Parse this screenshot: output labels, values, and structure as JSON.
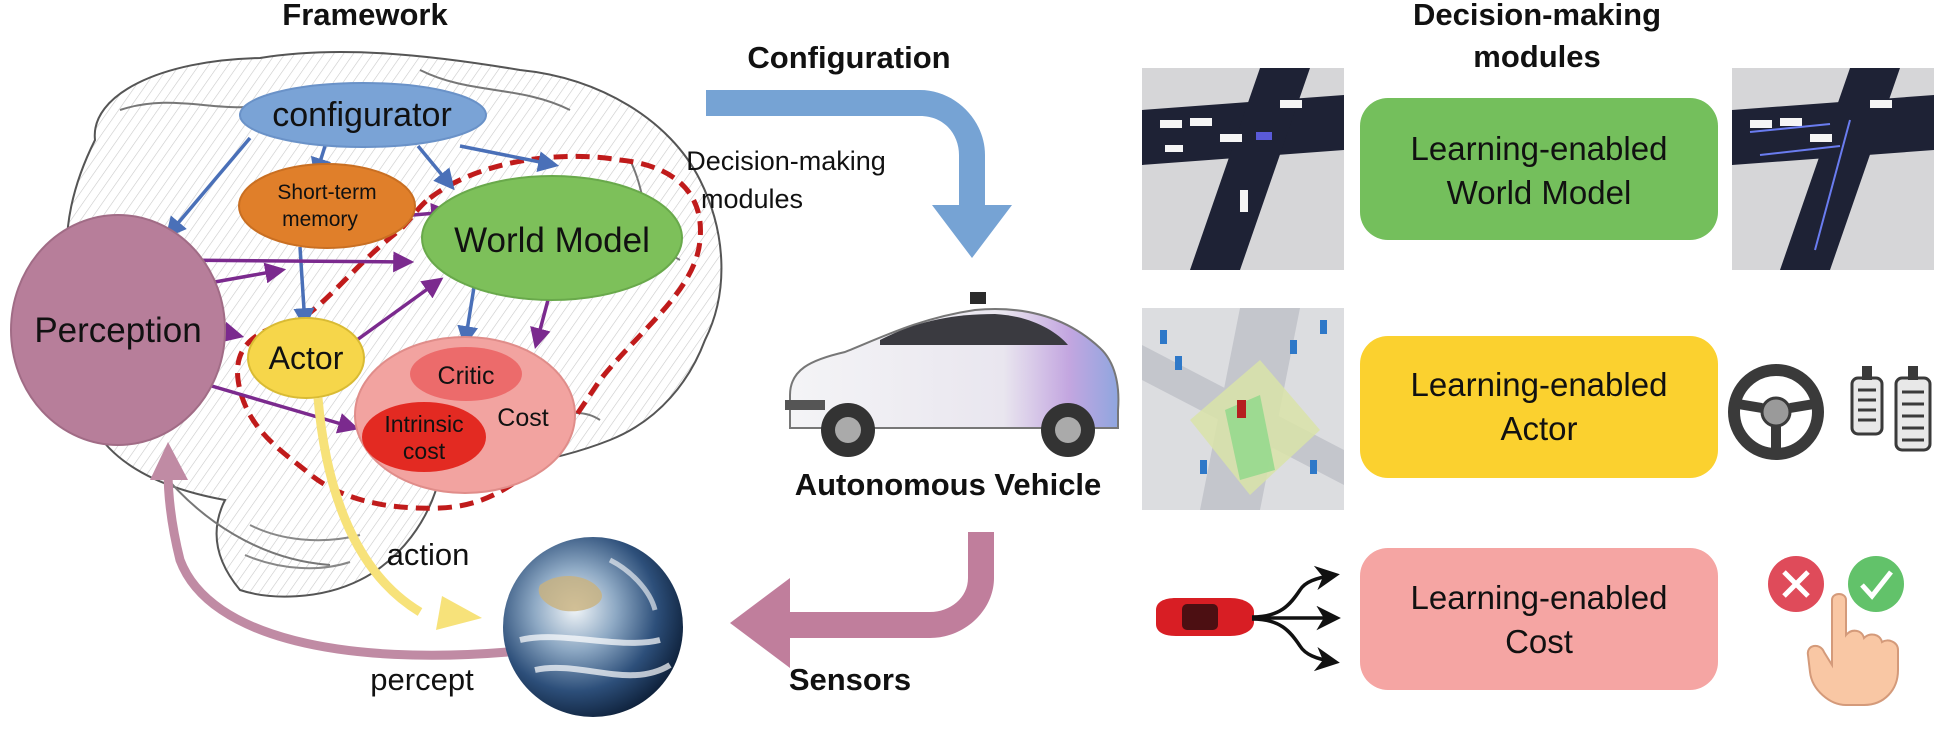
{
  "framework": {
    "title": "Framework",
    "configurator": "configurator",
    "short_term_memory": [
      "Short-term",
      "memory"
    ],
    "world_model": "World Model",
    "perception": "Perception",
    "actor": "Actor",
    "critic": "Critic",
    "cost": "Cost",
    "intrinsic_cost": [
      "Intrinsic",
      "cost"
    ],
    "decision_making_note": [
      "Decision-making",
      "modules"
    ],
    "action_label": "action",
    "percept_label": "percept",
    "colors": {
      "configurator": "#7aa3d6",
      "short_term_memory": "#e07f2a",
      "world_model": "#7dc05a",
      "perception": "#b77e9a",
      "actor": "#f6d64a",
      "cost": "#f2a3a0",
      "critic": "#ec6b6b",
      "intrinsic_cost": "#e32a22",
      "dashed_region": "#c01b1b",
      "arrow_blue": "#4a70b8",
      "arrow_purple": "#7b2a8e",
      "action_arrow": "#f7e27a",
      "percept_arrow": "#c08ba4"
    }
  },
  "center": {
    "configuration_label": "Configuration",
    "vehicle_label": "Autonomous Vehicle",
    "sensors_label": "Sensors",
    "colors": {
      "configuration_arrow": "#76a3d4",
      "sensors_arrow": "#c07e9c"
    }
  },
  "modules": {
    "title": [
      "Decision-making",
      "modules"
    ],
    "items": [
      {
        "lines": [
          "Learning-enabled",
          "World Model"
        ],
        "color": "#74bf5c"
      },
      {
        "lines": [
          "Learning-enabled",
          "Actor"
        ],
        "color": "#fbd12f"
      },
      {
        "lines": [
          "Learning-enabled",
          "Cost"
        ],
        "color": "#f5a5a3"
      }
    ]
  }
}
